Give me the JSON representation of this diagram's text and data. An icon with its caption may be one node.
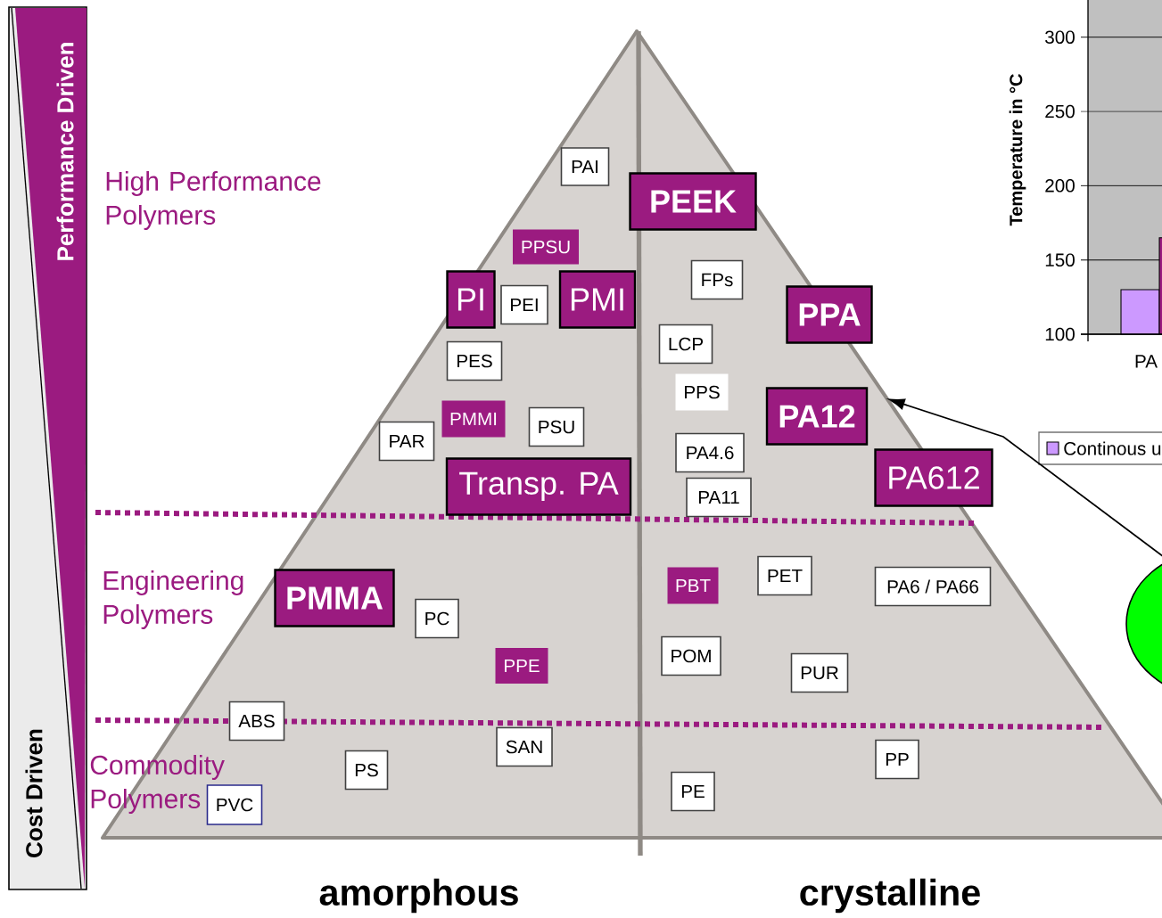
{
  "diagram": {
    "nodes": [
      {
        "text": [
          "PAI"
        ]
      },
      {
        "text": [
          "PEEK"
        ]
      },
      {
        "text": [
          "PPSU"
        ]
      },
      {
        "text": [
          "PI"
        ]
      },
      {
        "text": [
          "PEI"
        ]
      },
      {
        "text": [
          "PMI"
        ]
      },
      {
        "text": [
          "FPs"
        ]
      },
      {
        "text": [
          "PPA"
        ]
      },
      {
        "text": [
          "PES"
        ]
      },
      {
        "text": [
          "LCP"
        ]
      },
      {
        "text": [
          "PPS"
        ]
      },
      {
        "text": [
          "PAR"
        ]
      },
      {
        "text": [
          "PMMI"
        ]
      },
      {
        "text": [
          "PSU"
        ]
      },
      {
        "text": [
          "PA12"
        ]
      },
      {
        "text": [
          "PA4.6"
        ]
      },
      {
        "text": [
          "Transp. PA"
        ]
      },
      {
        "text": [
          "PA612"
        ]
      },
      {
        "text": [
          "PA11"
        ]
      },
      {
        "text": [
          "PMMA"
        ]
      },
      {
        "text": [
          "PBT"
        ]
      },
      {
        "text": [
          "PET"
        ]
      },
      {
        "text": [
          "PA6 / PA66"
        ]
      },
      {
        "text": [
          "PC"
        ]
      },
      {
        "text": [
          "PPE"
        ]
      },
      {
        "text": [
          "POM"
        ]
      },
      {
        "text": [
          "PUR"
        ]
      },
      {
        "text": [
          "ABS"
        ]
      },
      {
        "text": [
          "SAN"
        ]
      },
      {
        "text": [
          "PS"
        ]
      },
      {
        "text": [
          "PP"
        ]
      },
      {
        "text": [
          "PVC"
        ]
      },
      {
        "text": [
          "PE"
        ]
      },
      {
        "text": [],
        "shape": "ellipse"
      }
    ],
    "edges": [
      {
        "from": 33,
        "to": 14,
        "arrow": "to"
      }
    ],
    "labels": [
      "Performance Driven",
      "High Performance Polymers",
      "Engineering Polymers",
      "Commodity Polymers",
      "Cost Driven",
      "amorphous",
      "crystalline"
    ],
    "legend": [
      {
        "text": "Continous u",
        "color": "#cc99ff"
      }
    ],
    "chart_data": {
      "type": "bar",
      "ylabel": "Temperature in °C",
      "categories": [
        "PA"
      ],
      "series": [
        {
          "color": "#cc99ff",
          "values": [
            130
          ]
        },
        {
          "color": "#9b1b80",
          "values": [
            165
          ]
        }
      ],
      "ylim": [
        100,
        325
      ],
      "yticks": [
        100,
        150,
        200,
        250,
        300
      ],
      "grid": true
    }
  }
}
